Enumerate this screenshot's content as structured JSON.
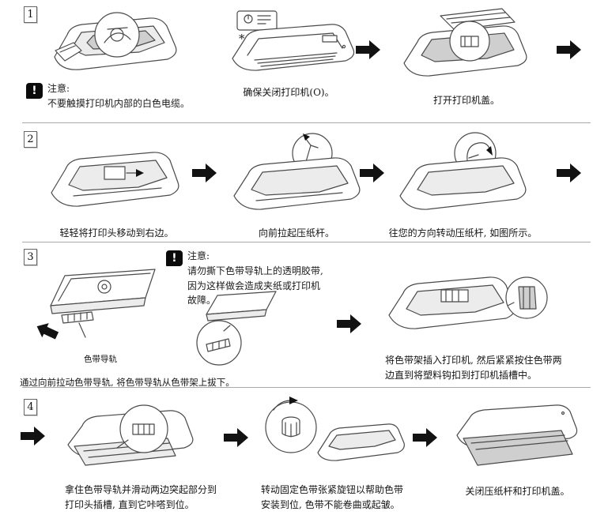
{
  "page": {
    "language": "zh-CN",
    "content_type": "printer-ribbon-installation-instructions"
  },
  "glyphs": {
    "warning": "!"
  },
  "colors": {
    "arrow": "#121212",
    "line_art": "#4a4a4a",
    "divider": "#a9a9a9",
    "text": "#141414"
  },
  "steps": [
    {
      "number": "1",
      "note": {
        "title": "注意:",
        "text": "不要触摸打印机内部的白色电缆。"
      },
      "figures": [
        {
          "name": "printer-top-open-highlight",
          "caption": ""
        },
        {
          "name": "printer-closed-power-callout",
          "annotation": "*",
          "caption": "确保关闭打印机(O)。"
        },
        {
          "name": "printer-cover-open",
          "caption": "打开打印机盖。"
        }
      ]
    },
    {
      "number": "2",
      "figures": [
        {
          "name": "printer-move-print-head",
          "caption": "轻轻将打印头移动到右边。"
        },
        {
          "name": "printer-lift-paper-lever",
          "caption": "向前拉起压纸杆。"
        },
        {
          "name": "printer-turn-paper-lever",
          "caption": "往您的方向转动压纸杆, 如图所示。"
        }
      ]
    },
    {
      "number": "3",
      "note": {
        "title": "注意:",
        "text": "请勿撕下色带导轨上的透明胶带, 因为这样做会造成夹纸或打印机故障。"
      },
      "ribbon_label": "色带导轨",
      "figures": [
        {
          "name": "ribbon-cartridge-pull-guide",
          "caption": "通过向前拉动色带导轨, 将色带导轨从色带架上拔下。"
        },
        {
          "name": "ribbon-guide-detail",
          "caption": ""
        },
        {
          "name": "printer-insert-ribbon-cartridge",
          "caption": "将色带架插入打印机, 然后紧紧按住色带两边直到将塑料钩扣到打印机插槽中。"
        }
      ]
    },
    {
      "number": "4",
      "figures": [
        {
          "name": "printer-slide-ribbon-guide",
          "caption": "拿住色带导轨并滑动两边突起部分到打印头插槽, 直到它咔嗒到位。"
        },
        {
          "name": "ribbon-tension-knob",
          "caption": "转动固定色带张紧旋钮以帮助色带安装到位, 色带不能卷曲或起皱。"
        },
        {
          "name": "printer-close-cover",
          "caption": "关闭压纸杆和打印机盖。"
        }
      ]
    }
  ]
}
